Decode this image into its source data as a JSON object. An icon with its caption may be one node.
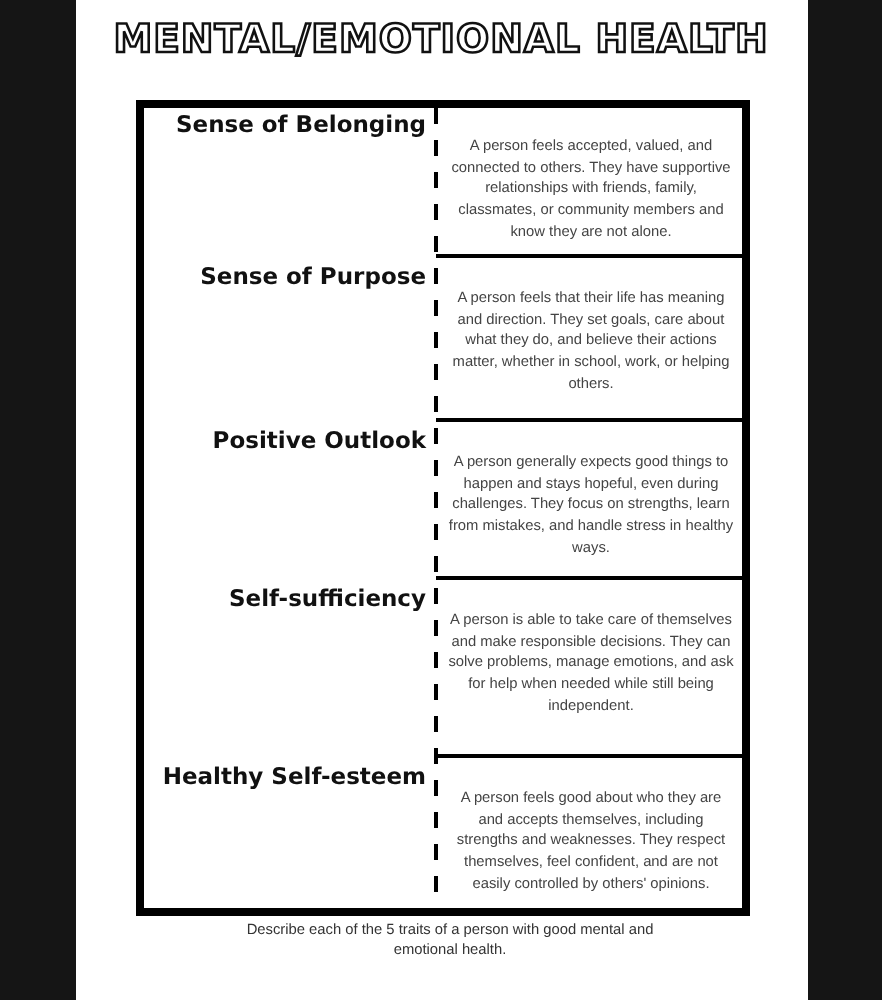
{
  "diagram": {
    "title": "MENTAL/EMOTIONAL HEALTH",
    "caption": "Describe each of the 5 traits of a person with good mental and emotional health.",
    "labels": [
      "Sense of Belonging",
      "A person feels accepted, valued, and connected to others. They have supportive relationships with friends, family, classmates, or community members and know they are not alone.",
      "Sense of Purpose",
      "A person feels that their life has meaning and direction. They set goals, care about what they do, and believe their actions matter, whether in school, work, or helping others.",
      "Positive Outlook",
      "A person generally expects good things to happen and stays hopeful, even during challenges. They focus on strengths, learn from mistakes, and handle stress in healthy ways.",
      "Self-sufficiency",
      "A person is able to take care of themselves and make responsible decisions. They can solve problems, manage emotions, and ask for help when needed while still being independent.",
      "Healthy Self-esteem",
      "A person feels good about who they are and accepts themselves, including strengths and weaknesses. They respect themselves, feel confident, and are not easily controlled by others' opinions."
    ]
  }
}
